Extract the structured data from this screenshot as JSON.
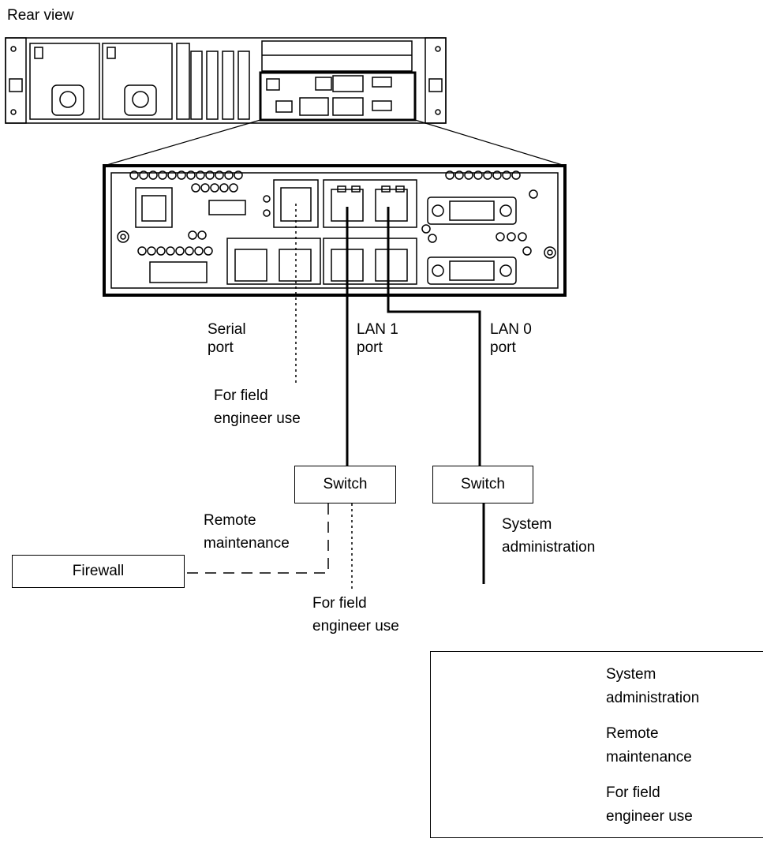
{
  "header": {
    "title": "Rear view"
  },
  "labels": {
    "serial_port": [
      "Serial",
      "port"
    ],
    "lan1_port": [
      "LAN 1",
      "port"
    ],
    "lan0_port": [
      "LAN 0",
      "port"
    ],
    "field_engineer_top": [
      "For field",
      "engineer use"
    ],
    "remote_maintenance": [
      "Remote",
      "maintenance"
    ],
    "system_administration": [
      "System",
      "administration"
    ],
    "field_engineer_bottom": [
      "For field",
      "engineer use"
    ]
  },
  "devices": {
    "switch_left": "Switch",
    "switch_right": "Switch",
    "firewall": "Firewall"
  },
  "legend": {
    "items": [
      {
        "style": "solid",
        "label": [
          "System",
          "administration"
        ]
      },
      {
        "style": "dashed",
        "label": [
          "Remote",
          "maintenance"
        ]
      },
      {
        "style": "dotted",
        "label": [
          "For field",
          "engineer use"
        ]
      }
    ]
  },
  "colors": {
    "line": "#000000",
    "background": "#ffffff"
  }
}
